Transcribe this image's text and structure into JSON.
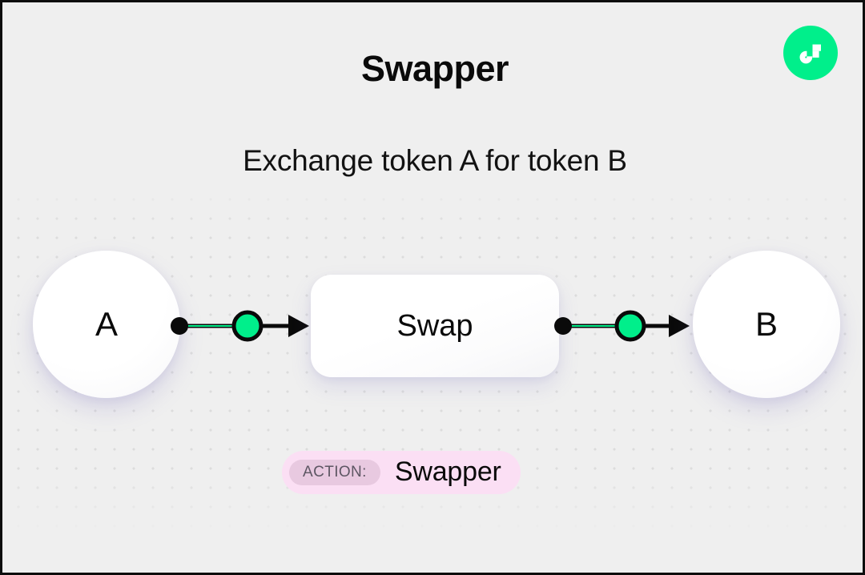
{
  "header": {
    "title": "Swapper",
    "subtitle": "Exchange token A for token B",
    "logo_icon": "flow-logo-icon",
    "logo_color": "#00ef8b"
  },
  "diagram": {
    "source_node": {
      "label": "A",
      "name": "token-a"
    },
    "process_node": {
      "label": "Swap",
      "name": "swap"
    },
    "target_node": {
      "label": "B",
      "name": "token-b"
    },
    "edges": [
      {
        "name": "edge-a-to-swap",
        "from": "A",
        "to": "Swap",
        "handle_icon": "edge-handle-dot-icon",
        "marker_icon": "edge-marker-circle-icon",
        "arrow_icon": "arrow-right-icon",
        "accent_color": "#00ef8b",
        "line_color": "#0a0a0a"
      },
      {
        "name": "edge-swap-to-b",
        "from": "Swap",
        "to": "B",
        "handle_icon": "edge-handle-dot-icon",
        "marker_icon": "edge-marker-circle-icon",
        "arrow_icon": "arrow-right-icon",
        "accent_color": "#00ef8b",
        "line_color": "#0a0a0a"
      }
    ]
  },
  "footer": {
    "action_label": "ACTION:",
    "action_value": "Swapper",
    "badge_color": "#fbdff4",
    "badge_key_color": "#e8c9e0"
  },
  "canvas": {
    "background_color": "#efefef",
    "dot_color": "#dcdcdc"
  }
}
